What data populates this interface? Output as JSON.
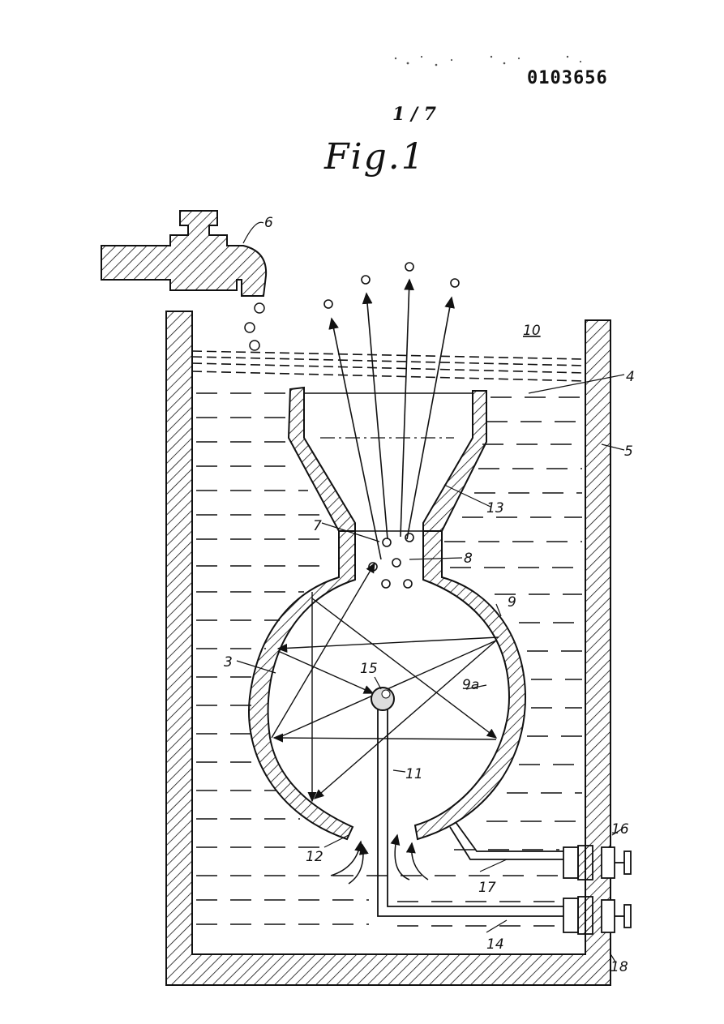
{
  "header": {
    "doc_number": "0103656",
    "sheet": "1 / 7",
    "figure_label": "Fig.1"
  },
  "refs": {
    "r3": "3",
    "r4": "4",
    "r5": "5",
    "r6": "6",
    "r7": "7",
    "r8": "8",
    "r9": "9",
    "r9a": "9a",
    "r10": "10",
    "r11": "11",
    "r12": "12",
    "r13": "13",
    "r14": "14",
    "r15": "15",
    "r16": "16",
    "r17": "17",
    "r18": "18"
  },
  "colors": {
    "ink": "#111111",
    "paper": "#ffffff"
  }
}
